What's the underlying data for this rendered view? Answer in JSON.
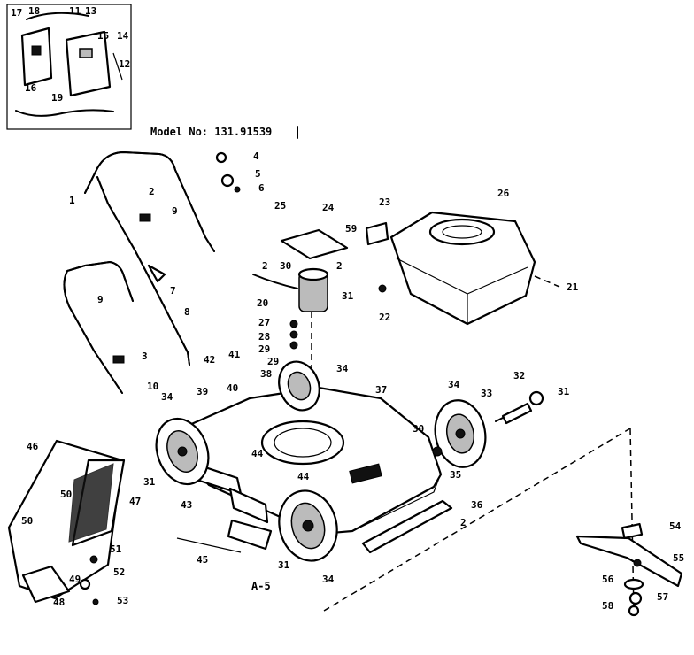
{
  "model_label": "Model No: 131.91539",
  "page_label": "A-5",
  "callouts": {
    "c1": "1",
    "c2": "2",
    "c3": "3",
    "c4": "4",
    "c5": "5",
    "c6": "6",
    "c7": "7",
    "c8": "8",
    "c9": "9",
    "c10": "10",
    "c11": "11",
    "c12": "12",
    "c13": "13",
    "c14": "14",
    "c15": "15",
    "c16": "16",
    "c17": "17",
    "c18": "18",
    "c19": "19",
    "c20": "20",
    "c21": "21",
    "c22": "22",
    "c23": "23",
    "c24": "24",
    "c25": "25",
    "c26": "26",
    "c27": "27",
    "c28": "28",
    "c29": "29",
    "c30": "30",
    "c31": "31",
    "c32": "32",
    "c33": "33",
    "c34": "34",
    "c35": "35",
    "c36": "36",
    "c37": "37",
    "c38": "38",
    "c39": "39",
    "c40": "40",
    "c41": "41",
    "c42": "42",
    "c43": "43",
    "c44": "44",
    "c45": "45",
    "c46": "46",
    "c47": "47",
    "c48": "48",
    "c49": "49",
    "c50": "50",
    "c51": "51",
    "c52": "52",
    "c53": "53",
    "c54": "54",
    "c55": "55",
    "c56": "56",
    "c57": "57",
    "c58": "58",
    "c59": "59"
  }
}
